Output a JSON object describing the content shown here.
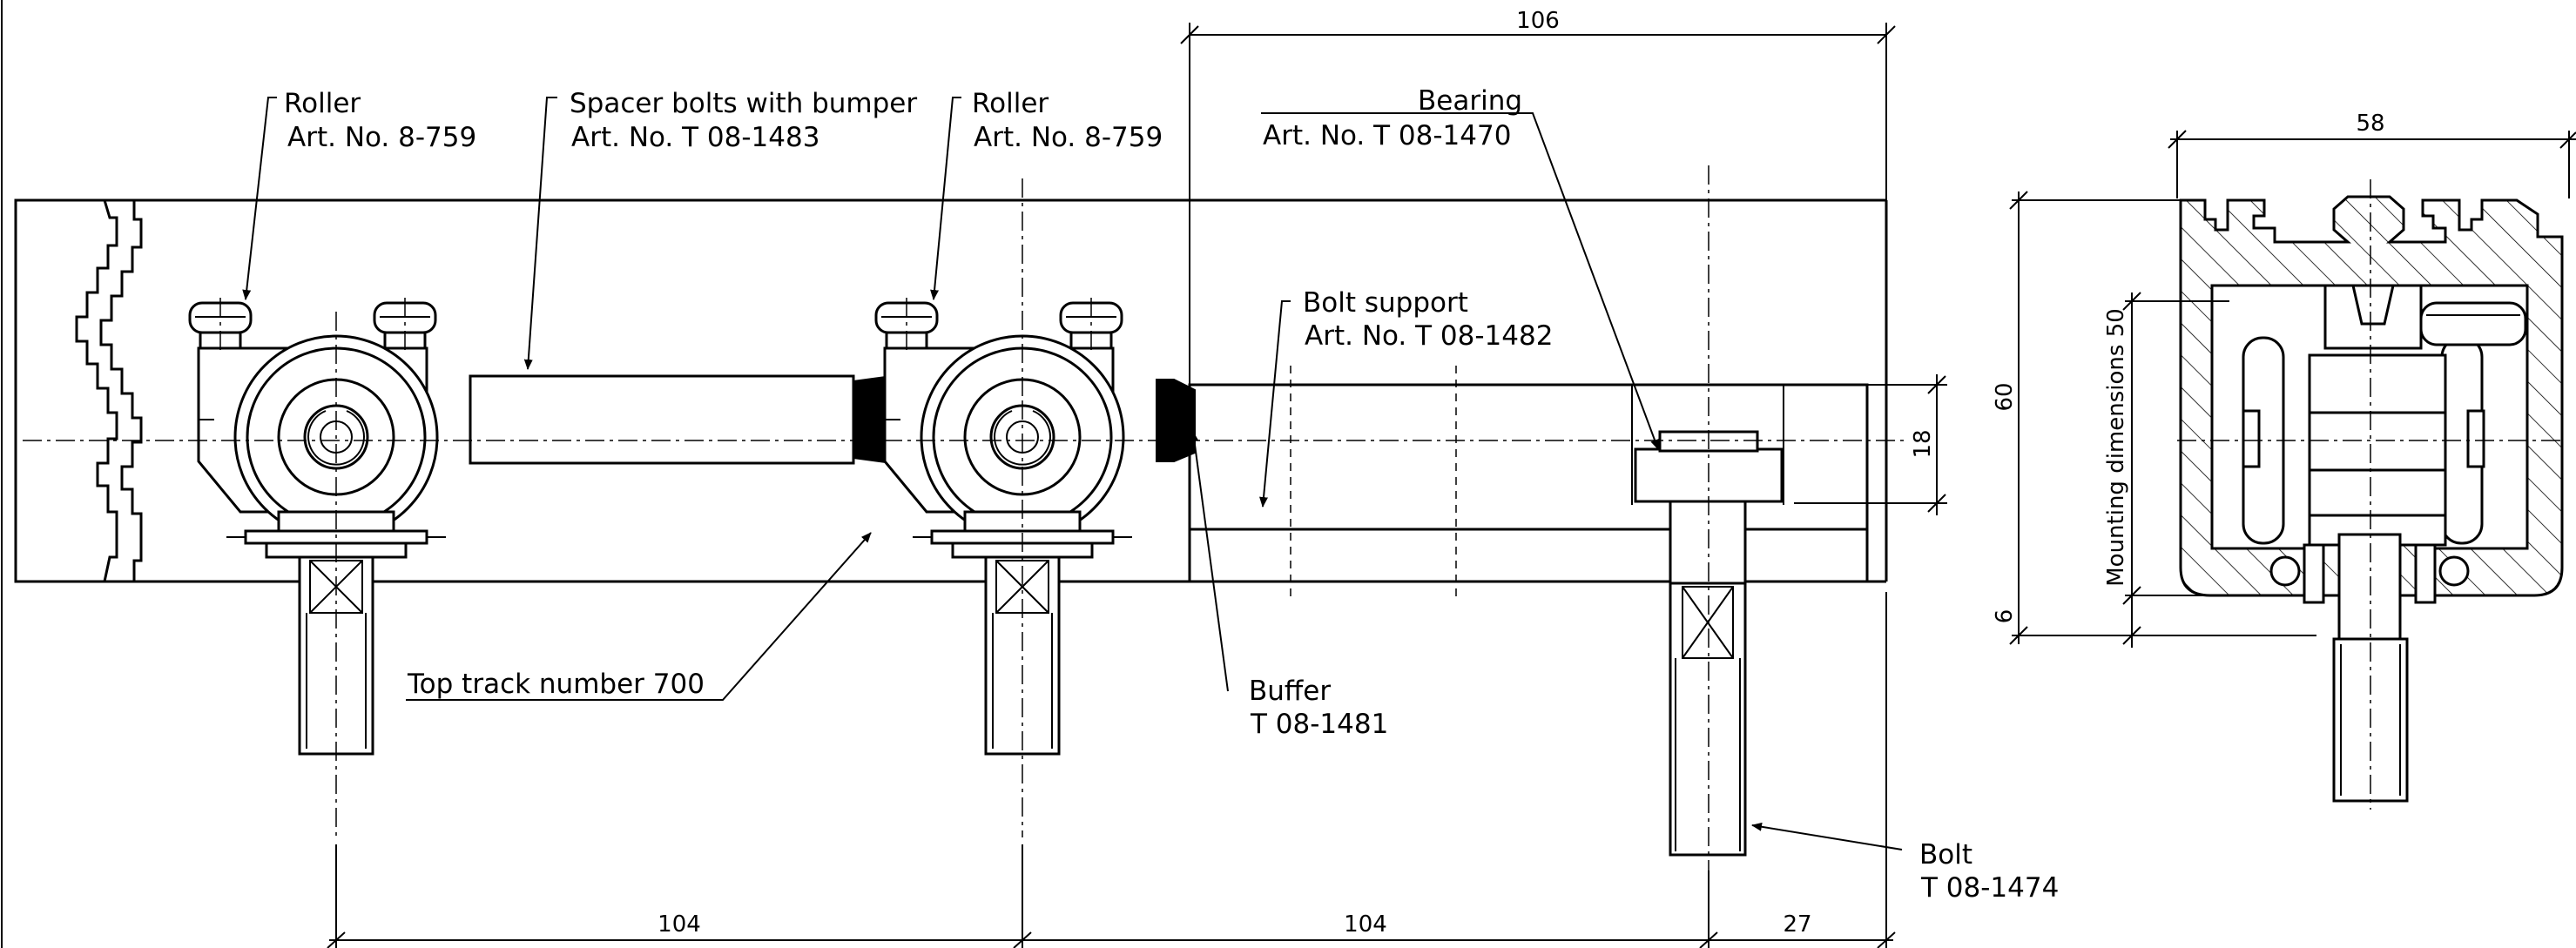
{
  "labels": {
    "roller_left_name": "Roller",
    "roller_left_art": "Art. No. 8-759",
    "spacer_name": "Spacer bolts with bumper",
    "spacer_art": "Art. No. T 08-1483",
    "roller_mid_name": "Roller",
    "roller_mid_art": "Art. No. 8-759",
    "bearing_name": "Bearing",
    "bearing_art": "Art. No. T 08-1470",
    "bolt_support_name": "Bolt support",
    "bolt_support_art": "Art. No. T 08-1482",
    "top_track": "Top track number 700",
    "buffer_name": "Buffer",
    "buffer_art": "T 08-1481",
    "bolt_name": "Bolt",
    "bolt_art": "T 08-1474"
  },
  "dimensions": {
    "top_length": "106",
    "bottom_left": "104",
    "bottom_mid": "104",
    "bottom_right": "27",
    "support_height": "18",
    "profile_width": "58",
    "profile_height": "60",
    "mounting": "Mounting dimensions 50",
    "small": "6"
  }
}
